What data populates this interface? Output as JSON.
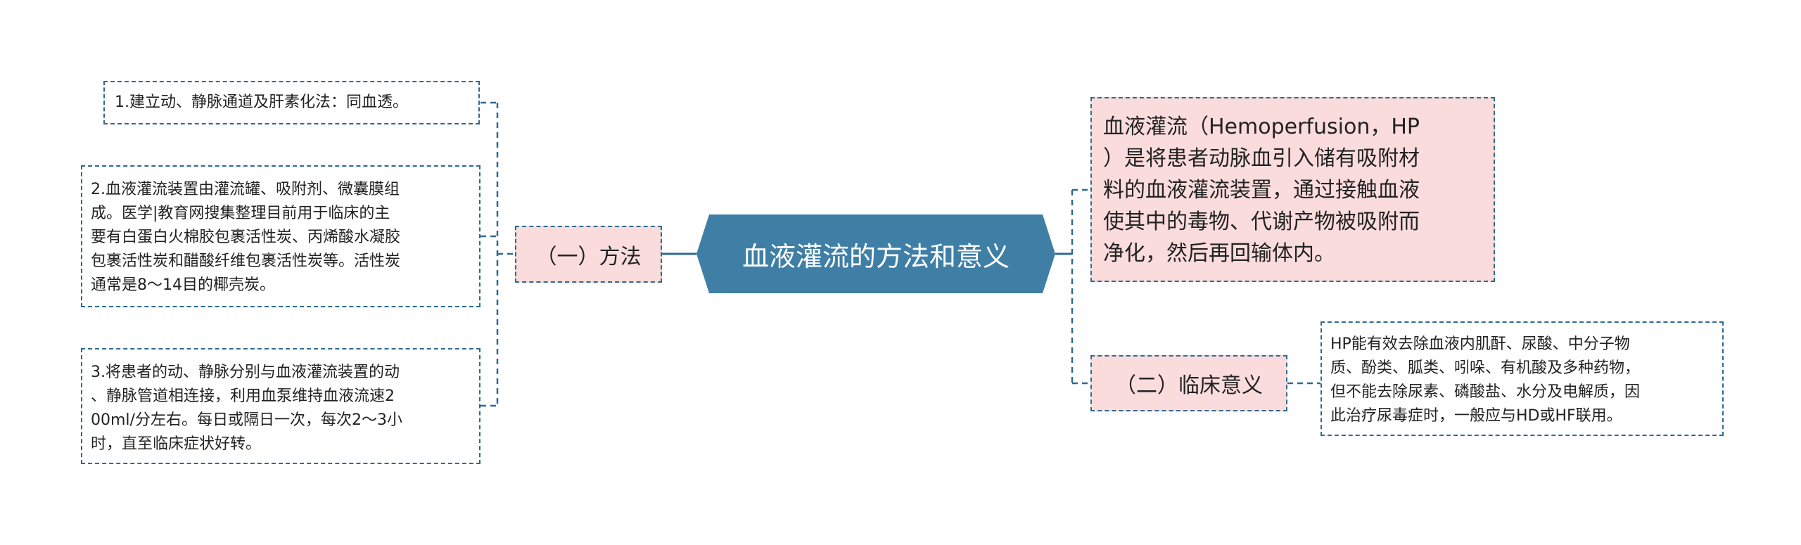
{
  "colors": {
    "central_fill": "#3f7fa6",
    "connector": "#2f6a91",
    "branch_fill": "#fbdcdc",
    "leaf_fill": "#ffffff",
    "text": "#222222"
  },
  "central": {
    "label": "血液灌流的方法和意义"
  },
  "branches": [
    {
      "label": "（一）方法",
      "children": [
        {
          "text": "1.建立动、静脉通道及肝素化法：同血透。"
        },
        {
          "text": "2.血液灌流装置由灌流罐、吸附剂、微囊膜组\n成。医学|教育网搜集整理目前用于临床的主\n要有白蛋白火棉胶包裹活性炭、丙烯酸水凝胶\n包裹活性炭和醋酸纤维包裹活性炭等。活性炭\n通常是8～14目的椰壳炭。"
        },
        {
          "text": "3.将患者的动、静脉分别与血液灌流装置的动\n、静脉管道相连接，利用血泵维持血液流速2\n00ml/分左右。每日或隔日一次，每次2～3小\n时，直至临床症状好转。"
        }
      ]
    },
    {
      "label": "血液灌流（Hemoperfusion，HP\n）是将患者动脉血引入储有吸附材\n料的血液灌流装置，通过接触血液\n使其中的毒物、代谢产物被吸附而\n净化，然后再回输体内。"
    },
    {
      "label": "（二）临床意义",
      "children": [
        {
          "text": "HP能有效去除血液内肌酐、尿酸、中分子物\n质、酚类、胍类、吲哚、有机酸及多种药物，\n但不能去除尿素、磷酸盐、水分及电解质，因\n此治疗尿毒症时，一般应与HD或HF联用。"
        }
      ]
    }
  ]
}
